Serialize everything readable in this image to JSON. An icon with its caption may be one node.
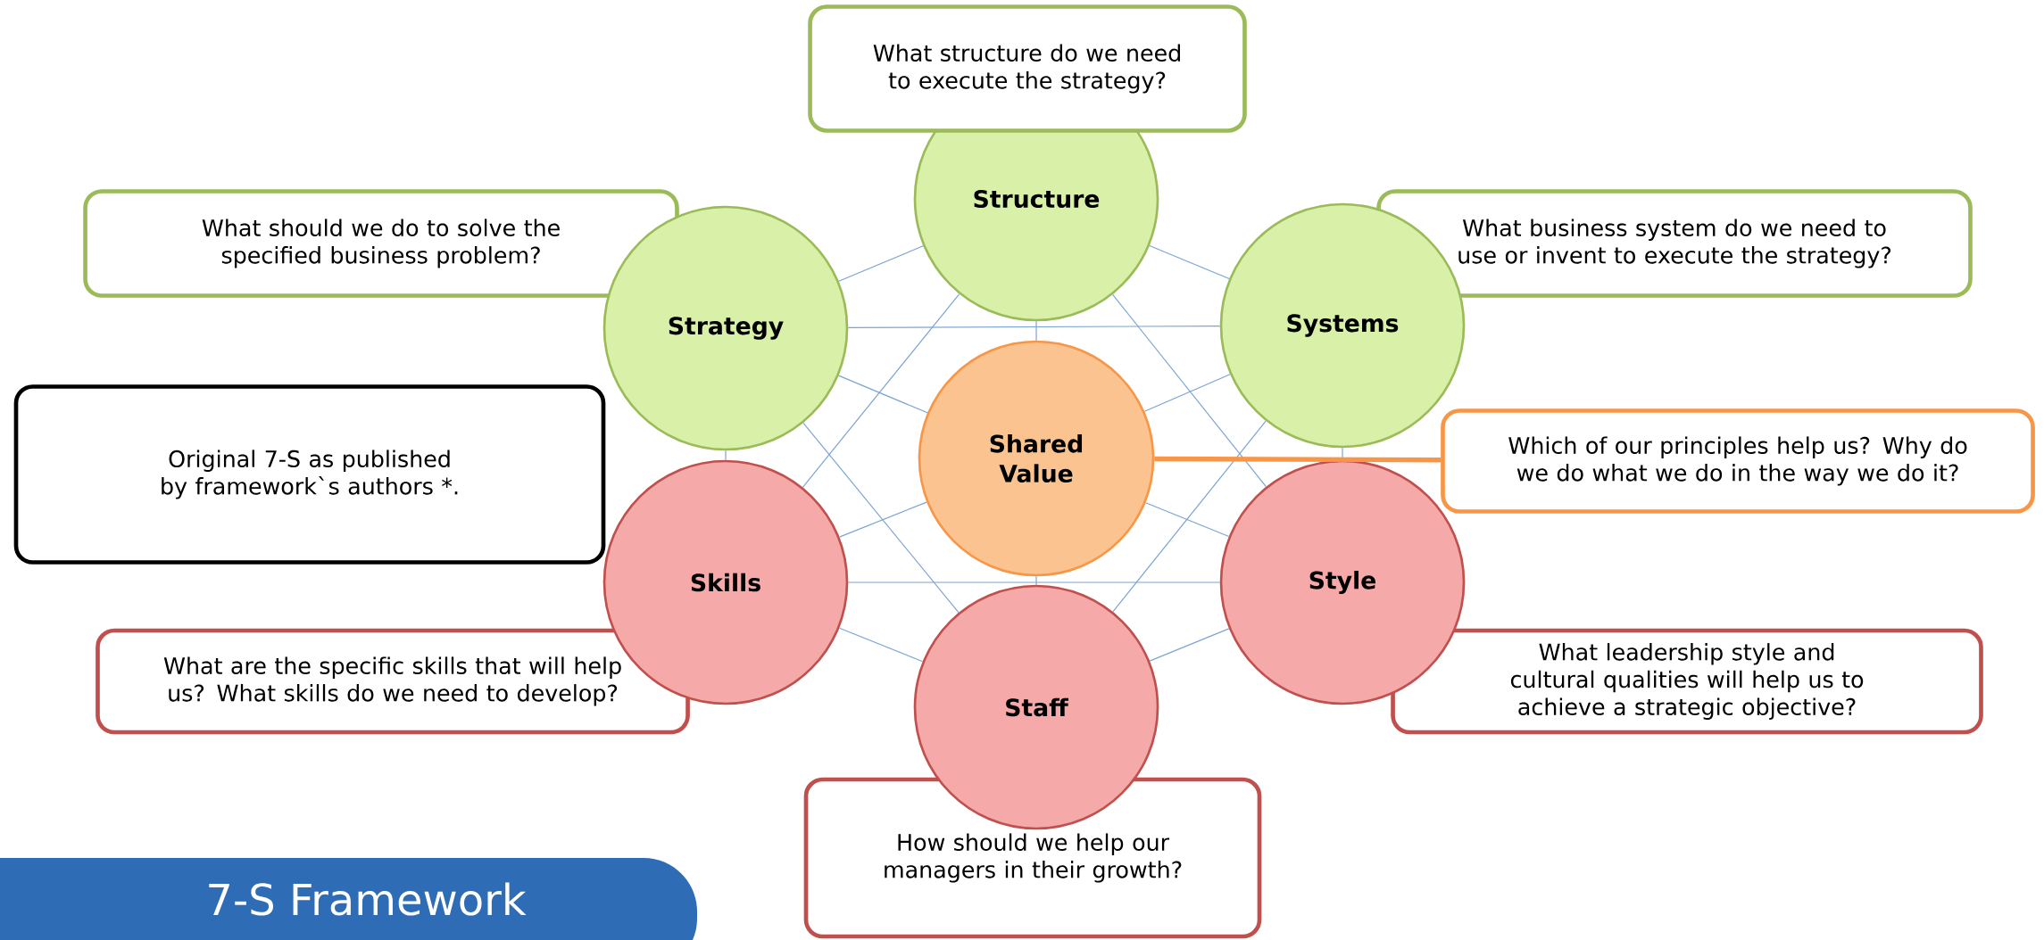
{
  "diagram": {
    "title": "7-S Framework",
    "nodes": [
      {
        "text": [
          "What structure do we need to execute the strategy?"
        ]
      },
      {
        "text": [
          "Structure"
        ]
      },
      {
        "text": [
          "What should we do to solve the specified business problem?"
        ]
      },
      {
        "text": [
          "Strategy"
        ]
      },
      {
        "text": [
          "What business system do we need to use or invent to execute the strategy?"
        ]
      },
      {
        "text": [
          "Systems"
        ]
      },
      {
        "text": [
          "Original 7-S as published by framework`s authors *."
        ]
      },
      {
        "text": [
          "Shared Value"
        ]
      },
      {
        "text": [
          "Which of our principles help us? Why do we do what we do in the way we do it?"
        ]
      },
      {
        "text": [
          "Skills"
        ]
      },
      {
        "text": [
          "Style"
        ]
      },
      {
        "text": [
          "What are the specific skills that will help us? What skills do we need to develop?"
        ]
      },
      {
        "text": [
          "Staff"
        ]
      },
      {
        "text": [
          "What leadership style and cultural qualities will help us to achieve a strategic objective?"
        ]
      },
      {
        "text": [
          "How should we help our managers in their growth?"
        ]
      }
    ],
    "edges": [
      {
        "from": 1,
        "to": 7,
        "arrow": "none"
      },
      {
        "from": 3,
        "to": 7,
        "arrow": "none"
      },
      {
        "from": 5,
        "to": 7,
        "arrow": "none"
      },
      {
        "from": 9,
        "to": 7,
        "arrow": "none"
      },
      {
        "from": 10,
        "to": 7,
        "arrow": "none"
      },
      {
        "from": 12,
        "to": 7,
        "arrow": "none"
      },
      {
        "from": 1,
        "to": 3,
        "arrow": "none"
      },
      {
        "from": 1,
        "to": 5,
        "arrow": "none"
      },
      {
        "from": 3,
        "to": 5,
        "arrow": "none"
      },
      {
        "from": 3,
        "to": 9,
        "arrow": "none"
      },
      {
        "from": 5,
        "to": 10,
        "arrow": "none"
      },
      {
        "from": 9,
        "to": 10,
        "arrow": "none"
      },
      {
        "from": 9,
        "to": 12,
        "arrow": "none"
      },
      {
        "from": 10,
        "to": 12,
        "arrow": "none"
      },
      {
        "from": 1,
        "to": 9,
        "arrow": "none"
      },
      {
        "from": 1,
        "to": 10,
        "arrow": "none"
      },
      {
        "from": 3,
        "to": 12,
        "arrow": "none"
      },
      {
        "from": 5,
        "to": 12,
        "arrow": "none"
      },
      {
        "from": 7,
        "to": 8,
        "arrow": "none",
        "style": "thick",
        "color": "#f79646"
      }
    ]
  }
}
